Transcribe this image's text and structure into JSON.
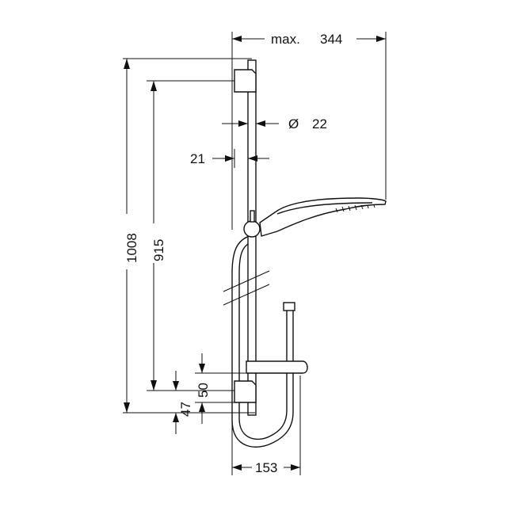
{
  "dimensions": {
    "max_label": "max.",
    "max_value": "344",
    "diameter_symbol": "Ø",
    "diameter_value": "22",
    "bar_width": "21",
    "total_height": "1008",
    "rail_height": "915",
    "bottom_gap": "50",
    "bottom_offset": "47",
    "hose_width": "153"
  },
  "colors": {
    "line": "#111111",
    "background": "#ffffff"
  }
}
